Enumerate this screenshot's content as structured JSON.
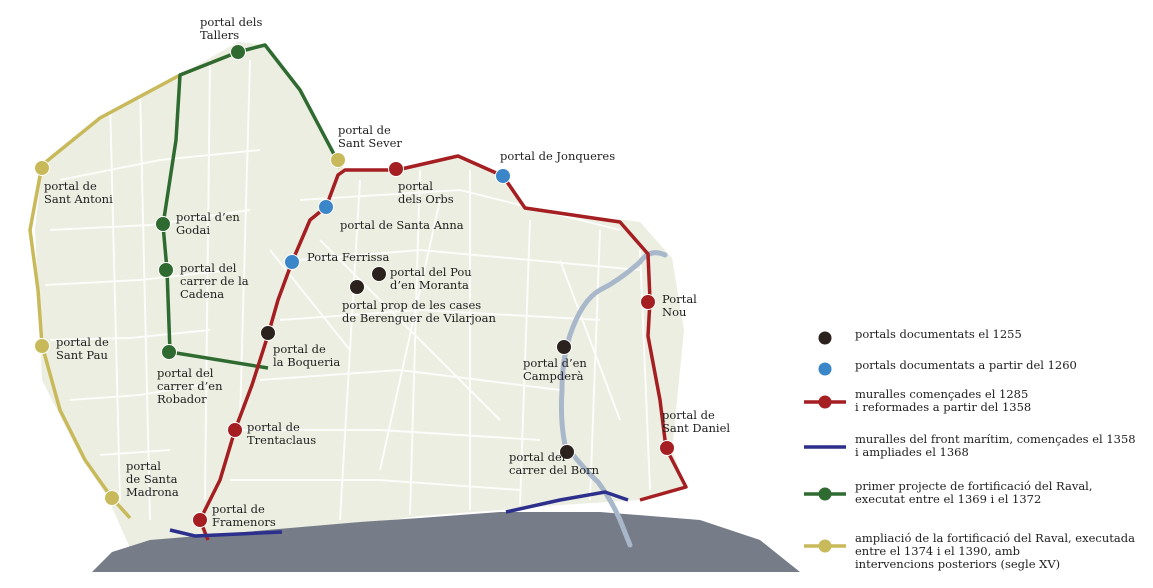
{
  "colors": {
    "city_fill": "#ebeee0",
    "street_lines": "#ffffff",
    "sea": "#767d88",
    "river": "#a9b7ca",
    "wall_1285": "#a41e22",
    "wall_maritime": "#2c2f8c",
    "raval_project": "#2f6a31",
    "raval_expansion": "#c8b95a",
    "portal_1255": "#2b211d",
    "portal_1260": "#3a86c9"
  },
  "map": {
    "portals": [
      {
        "id": "tallers",
        "lines": [
          "portal dels",
          "Tallers"
        ],
        "category": "raval_project"
      },
      {
        "id": "sant-sever",
        "lines": [
          "portal de",
          "Sant Sever"
        ],
        "category": "raval_expansion"
      },
      {
        "id": "orbs",
        "lines": [
          "portal",
          "dels Orbs"
        ],
        "category": "wall_1285"
      },
      {
        "id": "jonqueres",
        "lines": [
          "portal de Jonqueres"
        ],
        "category": "portal_1260"
      },
      {
        "id": "sant-antoni",
        "lines": [
          "portal de",
          "Sant Antoni"
        ],
        "category": "raval_expansion"
      },
      {
        "id": "godai",
        "lines": [
          "portal d’en",
          "Godai"
        ],
        "category": "raval_project"
      },
      {
        "id": "santa-anna",
        "lines": [
          "portal de Santa Anna"
        ],
        "category": "portal_1260"
      },
      {
        "id": "cadena",
        "lines": [
          "portal del",
          "carrer de la",
          "Cadena"
        ],
        "category": "raval_project"
      },
      {
        "id": "porta-ferrissa",
        "lines": [
          "Porta Ferrissa"
        ],
        "category": "portal_1260"
      },
      {
        "id": "pou-moranta",
        "lines": [
          "portal del Pou",
          "d’en Moranta"
        ],
        "category": "portal_1255"
      },
      {
        "id": "berenguer",
        "lines": [
          "portal prop de les cases",
          "de Berenguer de Vilarjoan"
        ],
        "category": "portal_1255"
      },
      {
        "id": "nou",
        "lines": [
          "Portal",
          "Nou"
        ],
        "category": "wall_1285"
      },
      {
        "id": "sant-pau",
        "lines": [
          "portal de",
          "Sant Pau"
        ],
        "category": "raval_expansion"
      },
      {
        "id": "boqueria",
        "lines": [
          "portal de",
          "la Boqueria"
        ],
        "category": "portal_1255"
      },
      {
        "id": "robador",
        "lines": [
          "portal del",
          "carrer d’en",
          "Robador"
        ],
        "category": "raval_project"
      },
      {
        "id": "campdera",
        "lines": [
          "portal d’en",
          "Campderà"
        ],
        "category": "portal_1255"
      },
      {
        "id": "sant-daniel",
        "lines": [
          "portal de",
          "Sant Daniel"
        ],
        "category": "wall_1285"
      },
      {
        "id": "trentaclaus",
        "lines": [
          "portal de",
          "Trentaclaus"
        ],
        "category": "wall_1285"
      },
      {
        "id": "born",
        "lines": [
          "portal del",
          "carrer del Born"
        ],
        "category": "portal_1255"
      },
      {
        "id": "santa-madrona",
        "lines": [
          "portal",
          "de Santa",
          "Madrona"
        ],
        "category": "raval_expansion"
      },
      {
        "id": "framenors",
        "lines": [
          "portal de",
          "Framenors"
        ],
        "category": "wall_1285"
      }
    ]
  },
  "legend": [
    {
      "id": "portal_1255",
      "symbol": "dot",
      "lines": [
        "portals documentats el 1255"
      ]
    },
    {
      "id": "portal_1260",
      "symbol": "dot",
      "lines": [
        "portals documentats a partir del 1260"
      ]
    },
    {
      "id": "wall_1285",
      "symbol": "line-dot",
      "lines": [
        "muralles començades el 1285",
        "i reformades a partir del 1358"
      ]
    },
    {
      "id": "wall_maritime",
      "symbol": "line",
      "lines": [
        "muralles del front marítim, començades el 1358",
        "i ampliades el 1368"
      ]
    },
    {
      "id": "raval_project",
      "symbol": "line-dot",
      "lines": [
        "primer projecte de fortificació del Raval,",
        "executat entre el 1369 i el 1372"
      ]
    },
    {
      "id": "raval_expansion",
      "symbol": "line-dot",
      "lines": [
        "ampliació de la fortificació del Raval, executada",
        "entre el 1374 i el 1390, amb",
        "intervencions posteriors (segle XV)"
      ]
    }
  ]
}
